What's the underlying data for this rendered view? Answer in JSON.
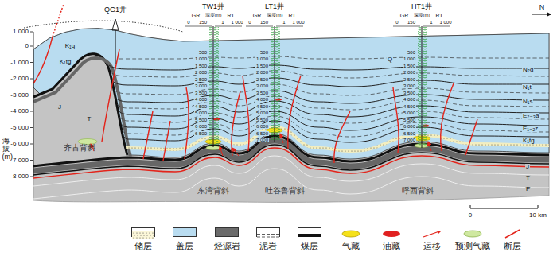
{
  "diagram": {
    "labels": [
      "QG1井",
      "TW1井",
      "GR",
      "深度(m)",
      "RT",
      "0",
      "150",
      "1",
      "1 000",
      "500",
      "1 000",
      "1 500",
      "2 000",
      "2 500",
      "3 000",
      "3 500",
      "4 000",
      "4 500",
      "5 000",
      "5 500",
      "6 000",
      "6 500",
      "LT1井",
      "GR",
      "深度(m)",
      "RT",
      "0",
      "150",
      "1",
      "1 000",
      "500",
      "1 000",
      "1 500",
      "2 000",
      "2 500",
      "3 000",
      "3 500",
      "4 000",
      "4 500",
      "5 000",
      "5 500",
      "6 000",
      "6 500",
      "7 000",
      "HT1井",
      "GR",
      "深度(m)",
      "RT",
      "0",
      "150",
      "1",
      "1 000",
      "500",
      "1 000",
      "1 500",
      "2 000",
      "2 500",
      "3 000",
      "3 500",
      "4 000",
      "4 500",
      "5 000",
      "5 500",
      "6 000",
      "6 500",
      "7 000",
      "1 000",
      "0",
      "-1 000",
      "-2 000",
      "-3 000",
      "-4 000",
      "-5 000",
      "-6 000",
      "-7 000",
      "-8 000",
      "海拔(m)",
      "N",
      "0",
      "10 km",
      "齐古背斜",
      "东湾背斜",
      "吐谷鲁背斜",
      "呼西背斜",
      "Q",
      "N₂d",
      "N₁t",
      "N₁s",
      "E₂₋₃a",
      "E₁₋₂z",
      "K₁tg",
      "J",
      "T",
      "P",
      "K₁q",
      "K₁tg",
      "J",
      "T"
    ],
    "legend": [
      {
        "text": "储层"
      },
      {
        "text": "盖层",
        "color": "#b9dcf0"
      },
      {
        "text": "烃源岩",
        "color": "#6b6b6b"
      },
      {
        "text": "泥岩"
      },
      {
        "text": "煤层"
      },
      {
        "text": "气藏"
      },
      {
        "text": "油藏"
      },
      {
        "text": "运移"
      },
      {
        "text": "预测气藏"
      },
      {
        "text": "断层"
      }
    ]
  }
}
